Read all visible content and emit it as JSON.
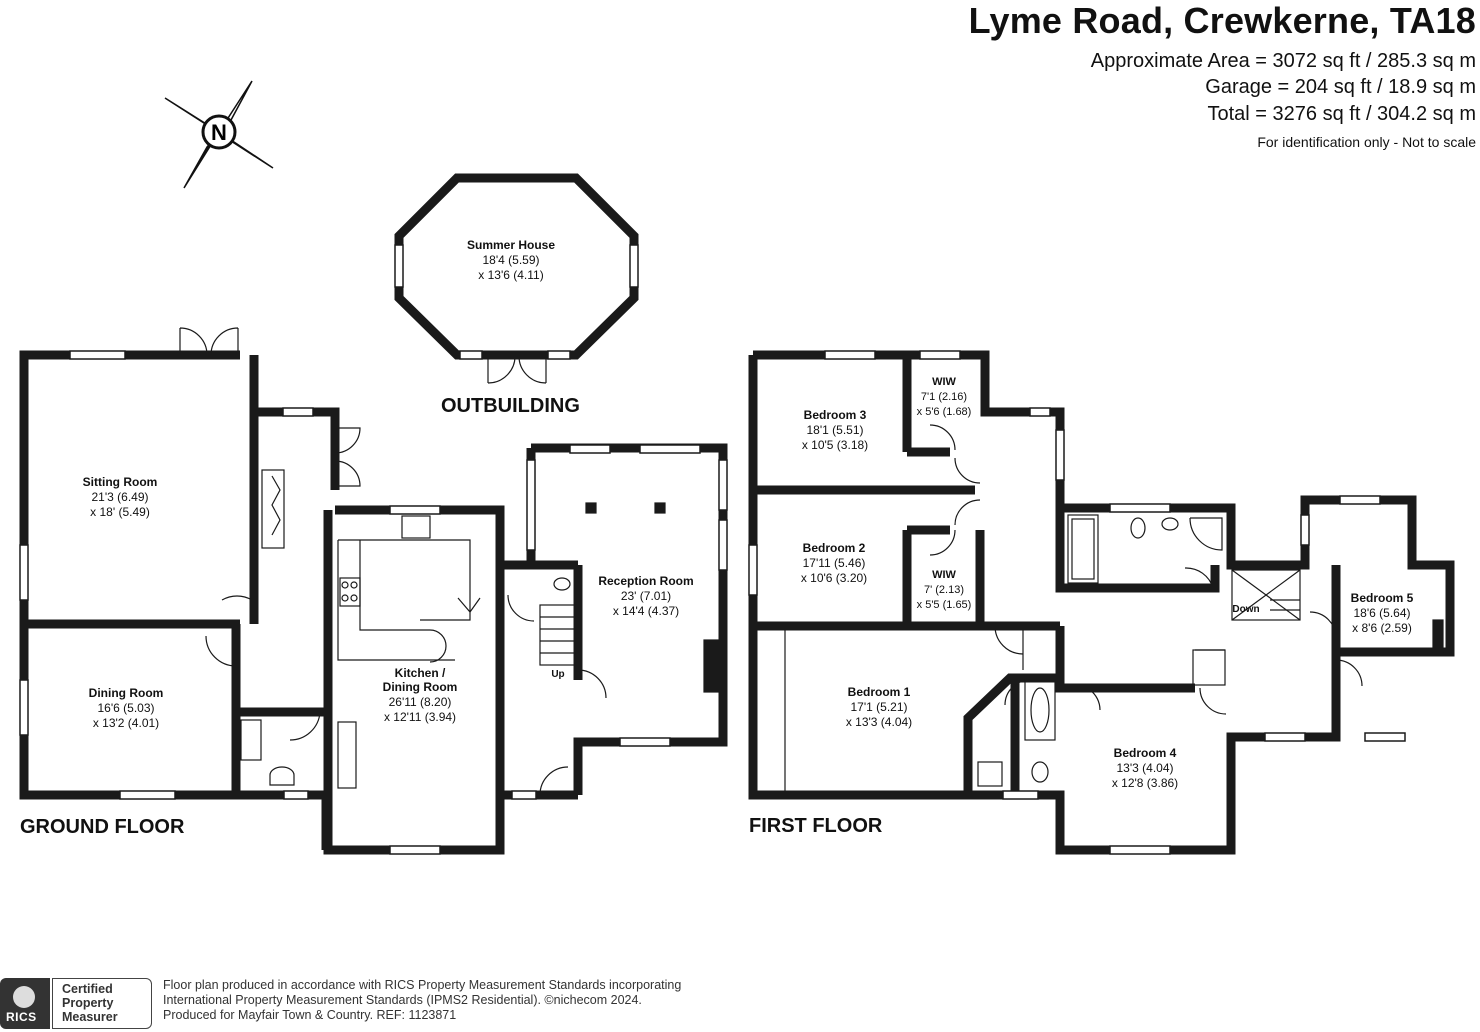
{
  "header": {
    "title": "Lyme Road, Crewkerne, TA18",
    "approx_area": "Approximate Area = 3072 sq ft / 285.3 sq m",
    "garage": "Garage = 204 sq ft / 18.9 sq m",
    "total": "Total = 3276 sq ft / 304.2 sq m",
    "note": "For identification only - Not to scale"
  },
  "compass": {
    "letter": "N"
  },
  "floors": {
    "ground": "GROUND FLOOR",
    "first": "FIRST FLOOR",
    "outbuilding": "OUTBUILDING"
  },
  "rooms": {
    "summer_house": {
      "name": "Summer House",
      "dim1": "18'4 (5.59)",
      "dim2": "x 13'6 (4.11)"
    },
    "sitting_room": {
      "name": "Sitting Room",
      "dim1": "21'3 (6.49)",
      "dim2": "x 18' (5.49)"
    },
    "dining_room": {
      "name": "Dining Room",
      "dim1": "16'6 (5.03)",
      "dim2": "x 13'2 (4.01)"
    },
    "kitchen": {
      "name1": "Kitchen /",
      "name2": "Dining Room",
      "dim1": "26'11 (8.20)",
      "dim2": "x 12'11 (3.94)"
    },
    "reception_room": {
      "name": "Reception Room",
      "dim1": "23' (7.01)",
      "dim2": "x 14'4 (4.37)"
    },
    "bedroom_3": {
      "name": "Bedroom 3",
      "dim1": "18'1 (5.51)",
      "dim2": "x 10'5 (3.18)"
    },
    "wiw_1": {
      "name": "WIW",
      "dim1": "7'1 (2.16)",
      "dim2": "x 5'6 (1.68)"
    },
    "bedroom_2": {
      "name": "Bedroom 2",
      "dim1": "17'11 (5.46)",
      "dim2": "x 10'6 (3.20)"
    },
    "wiw_2": {
      "name": "WIW",
      "dim1": "7' (2.13)",
      "dim2": "x 5'5 (1.65)"
    },
    "bedroom_1": {
      "name": "Bedroom 1",
      "dim1": "17'1 (5.21)",
      "dim2": "x 13'3 (4.04)"
    },
    "bedroom_4": {
      "name": "Bedroom 4",
      "dim1": "13'3 (4.04)",
      "dim2": "x 12'8 (3.86)"
    },
    "bedroom_5": {
      "name": "Bedroom 5",
      "dim1": "18'6 (5.64)",
      "dim2": "x 8'6 (2.59)"
    }
  },
  "stairs": {
    "up": "Up",
    "down": "Down"
  },
  "footer": {
    "line1": "Floor plan produced in accordance with RICS Property Measurement Standards incorporating",
    "line2": "International Property Measurement Standards (IPMS2 Residential).  ©nichecom 2024.",
    "line3": "Produced for Mayfair Town & Country.   REF:  1123871"
  },
  "badge": {
    "logo_text": "RICS",
    "line1": "Certified",
    "line2": "Property",
    "line3": "Measurer"
  },
  "colors": {
    "wall": "#1a1a1a",
    "window": "#ffffff",
    "text": "#111111"
  }
}
